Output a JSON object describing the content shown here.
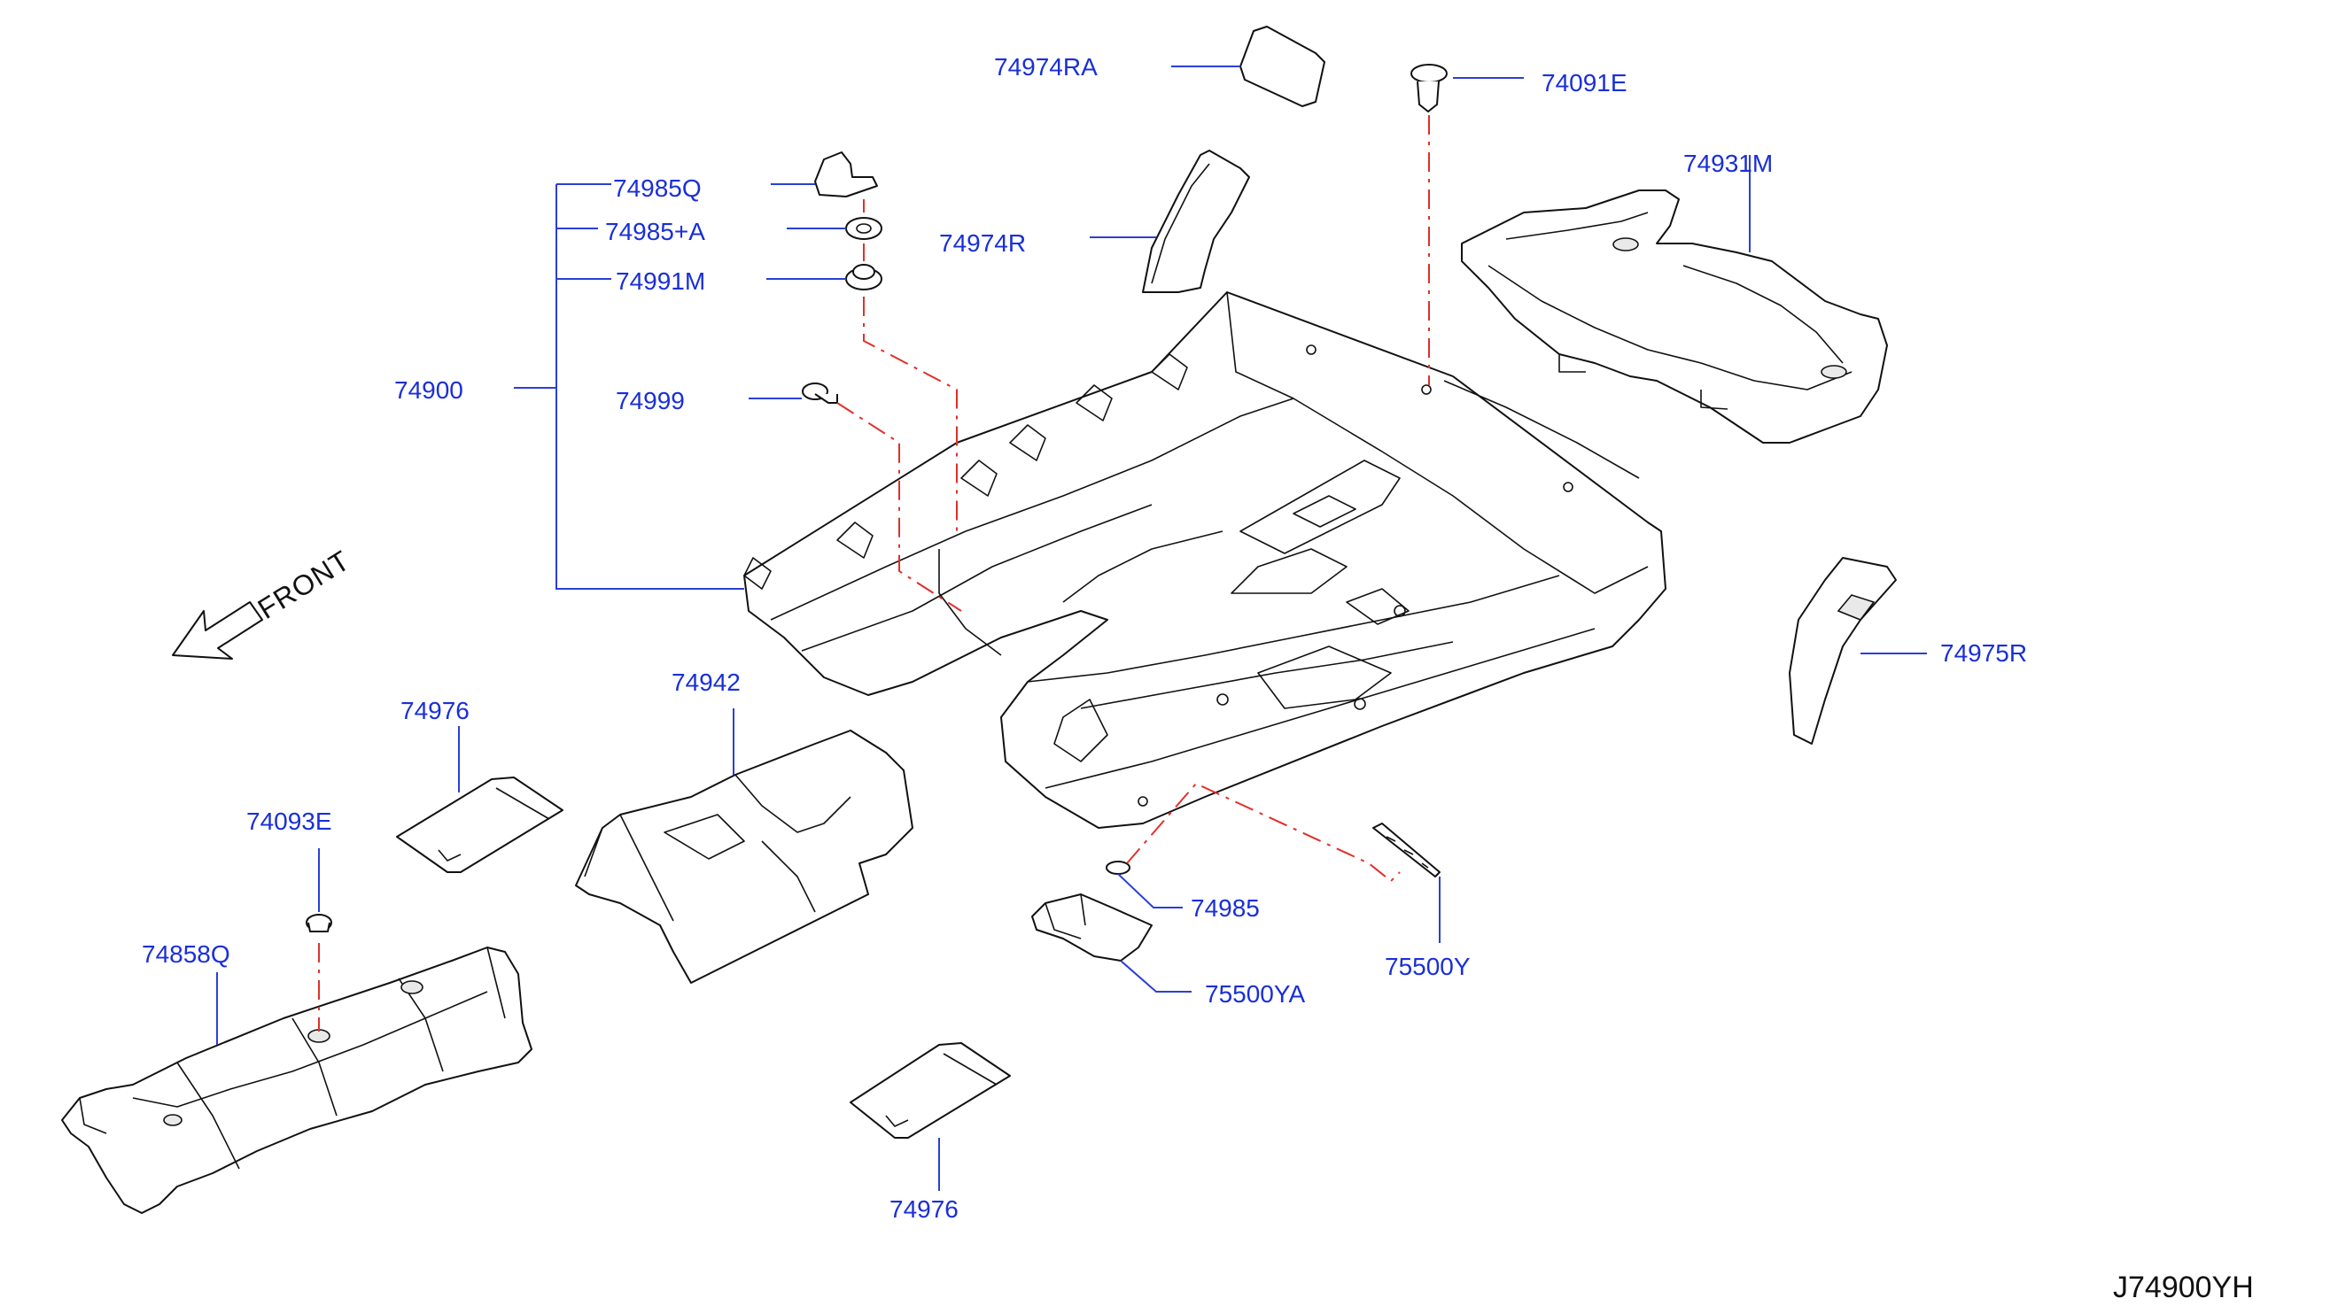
{
  "diagram": {
    "document_code": "J74900YH",
    "front_label": "FRONT",
    "callouts": {
      "p74974RA": "74974RA",
      "p74091E": "74091E",
      "p74985Q": "74985Q",
      "p74985A": "74985+A",
      "p74991M": "74991M",
      "p74974R": "74974R",
      "p74931M": "74931M",
      "p74900": "74900",
      "p74999": "74999",
      "p74975R": "74975R",
      "p74976_upper": "74976",
      "p74942": "74942",
      "p74093E": "74093E",
      "p74858Q": "74858Q",
      "p74985": "74985",
      "p75500YA": "75500YA",
      "p75500Y": "75500Y",
      "p74976_lower": "74976"
    },
    "colors": {
      "callout_text": "#1a2fd8",
      "leader_line": "#2a3fd8",
      "dashed_line": "#e0302a",
      "part_outline": "#111111"
    }
  }
}
